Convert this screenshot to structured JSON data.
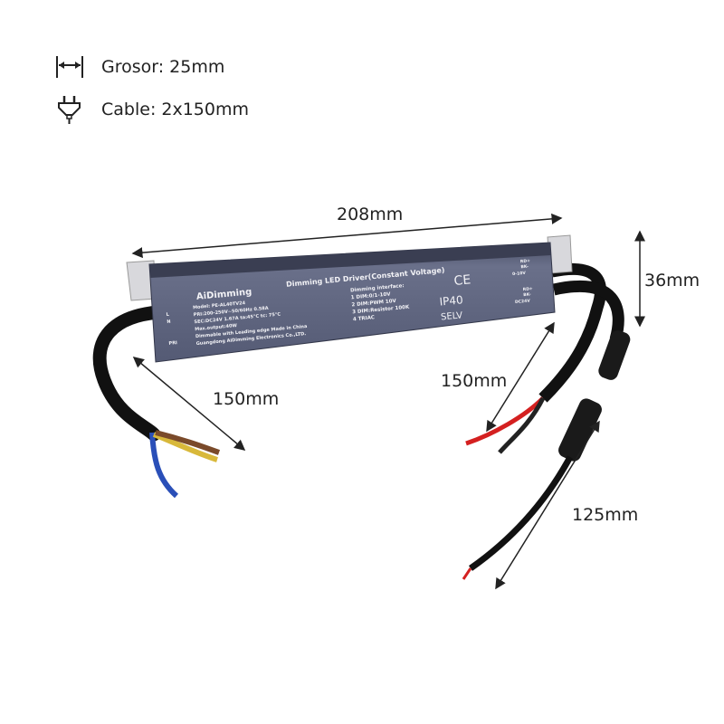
{
  "specs": [
    {
      "icon": "width-arrows-icon",
      "text": "Grosor: 25mm"
    },
    {
      "icon": "plug-icon",
      "text": "Cable: 2x150mm"
    }
  ],
  "dimensions": {
    "length": "208mm",
    "height": "36mm",
    "input_cable": "150mm",
    "output_cable": "150mm",
    "dc_cable": "125mm"
  },
  "driver": {
    "brand": "AiDimming",
    "title": "Dimming  LED Driver(Constant Voltage)",
    "model": "Model: PE-AL40TV24",
    "pri": "PRI:200-250V~50/60Hz  0.58A",
    "sec": "SEC:DC24V  1.67A  ta:45°C  tc: 75°C",
    "max_output": "Max.output:40W",
    "dimmable": "Dimmable with Leading edge    Made in China",
    "maker": "Guangdong  AiDimming Electronics Co.,LTD.",
    "interface_title": "Dimming interface:",
    "interface": [
      "1 DIM:0/1-10V",
      "2 DIM:PWM 10V",
      "3 DIM:Resistor 100K",
      "4 TRIAC"
    ],
    "ce": "CE",
    "ip": "IP40",
    "selv": "SELV",
    "terminals_in": [
      "L",
      "N"
    ],
    "pri_label": "PRI",
    "out_dim": {
      "rd": "RD+",
      "bk": "BK-",
      "label": "0-10V"
    },
    "out_dc": {
      "rd": "RD+",
      "bk": "BK-",
      "label": "DC24V"
    }
  },
  "colors": {
    "body": "#5b6079",
    "cable": "#111111",
    "red_wire": "#d42020",
    "blue_wire": "#2a4fb8",
    "brown_wire": "#7a4a2a",
    "yellow_wire": "#d8b83a"
  }
}
